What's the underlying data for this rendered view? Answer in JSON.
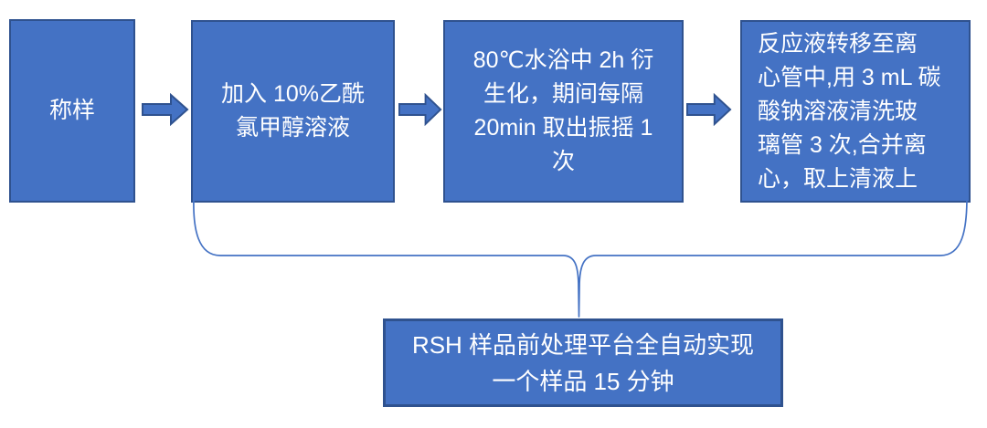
{
  "diagram": {
    "type": "flowchart",
    "steps": [
      {
        "id": "step-1",
        "text": "称样",
        "lines": [
          "称样"
        ]
      },
      {
        "id": "step-2",
        "text": "加入 10%乙酰氯甲醇溶液",
        "lines": [
          "加入 10%乙酰",
          "氯甲醇溶液"
        ]
      },
      {
        "id": "step-3",
        "text": "80℃水浴中 2h 衍生化，期间每隔20min 取出振摇 1 次",
        "lines": [
          "80℃水浴中 2h 衍",
          "生化，期间每隔",
          "20min 取出振摇 1",
          "次"
        ]
      },
      {
        "id": "step-4",
        "text": "反应液转移至离心管中,用 3 mL 碳酸钠溶液清洗玻璃管 3 次,合并离心，取上清液上",
        "lines": [
          "反应液转移至离",
          "心管中,用 3 mL 碳",
          "酸钠溶液清洗玻",
          "璃管 3 次,合并离",
          "心，取上清液上"
        ]
      }
    ],
    "summary": {
      "text": "RSH 样品前处理平台全自动实现一个样品 15 分钟",
      "lines": [
        "RSH 样品前处理平台全自动实现",
        "一个样品 15 分钟"
      ]
    },
    "connectors": {
      "arrow_direction": "right",
      "arrow_count": 3,
      "brace": "under-brace grouping steps 2-4, pointing down to summary box"
    },
    "colors": {
      "box_fill": "#4472C4",
      "box_border": "#2F528F",
      "brace_stroke": "#4472C4",
      "text": "#FFFFFF",
      "background": "#FFFFFF"
    }
  }
}
